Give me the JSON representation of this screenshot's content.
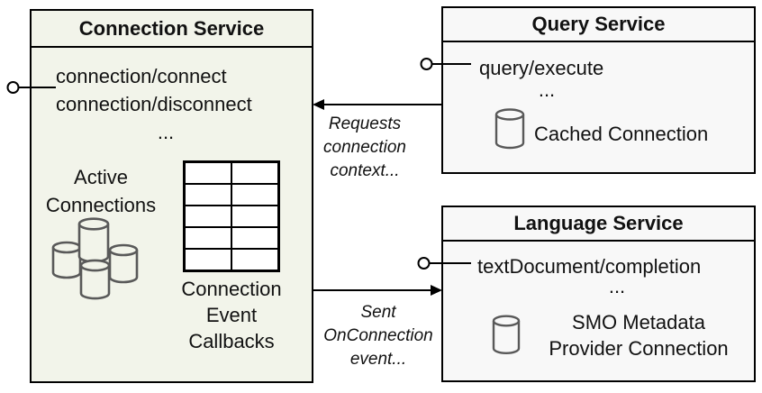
{
  "colors": {
    "connection_fill": "#f2f4ea",
    "service_fill": "#f8f8f8",
    "line": "#000000",
    "cylinder_stroke": "#595959"
  },
  "connection_service": {
    "title": "Connection Service",
    "method_1": "connection/connect",
    "method_2": "connection/disconnect",
    "ellipsis": "...",
    "active_connections_lines": [
      "Active",
      "Connections"
    ],
    "callbacks_lines": [
      "Connection",
      "Event",
      "Callbacks"
    ]
  },
  "query_service": {
    "title": "Query Service",
    "method_1": "query/execute",
    "ellipsis": "...",
    "cached_connection_label": "Cached Connection"
  },
  "language_service": {
    "title": "Language Service",
    "method_1": "textDocument/completion",
    "ellipsis": "...",
    "smo_lines": [
      "SMO Metadata",
      "Provider Connection"
    ]
  },
  "flows": {
    "requests_label_lines": [
      "Requests",
      "connection",
      "context..."
    ],
    "sent_label_lines": [
      "Sent",
      "OnConnection",
      "event..."
    ]
  }
}
